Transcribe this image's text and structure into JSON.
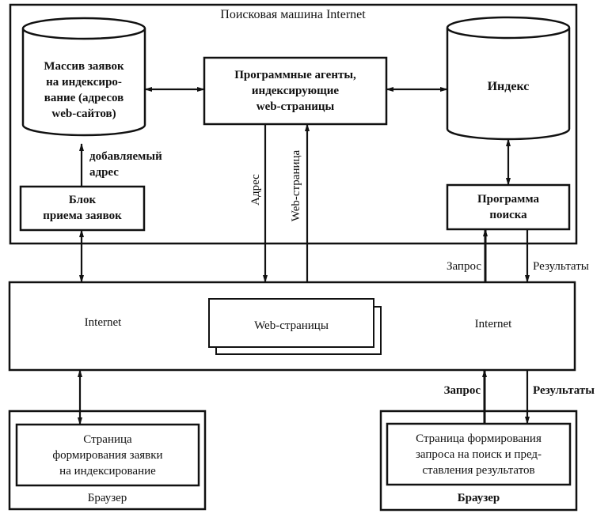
{
  "diagram": {
    "engine": {
      "title": "Поисковая машина Internet",
      "request_db": [
        "Массив заявок",
        "на индексиро-",
        "вание (адресов",
        "web-сайтов)"
      ],
      "agents": [
        "Программные агенты,",
        "индексирующие",
        "web-страницы"
      ],
      "index": "Индекс",
      "request_block": [
        "Блок",
        "приема заявок"
      ],
      "search_program": [
        "Программа",
        "поиска"
      ],
      "added_address": [
        "добавляемый",
        "адрес"
      ]
    },
    "flows": {
      "address": "Адрес",
      "web_page": "Web-страница",
      "query_top": "Запрос",
      "results_top": "Результаты",
      "query_bottom": "Запрос",
      "results_bottom": "Результаты"
    },
    "internet": {
      "left_label": "Internet",
      "right_label": "Internet",
      "pages": "Web-страницы"
    },
    "browser_left": {
      "page": [
        "Страница",
        "формирования заявки",
        "на индексирование"
      ],
      "label": "Браузер"
    },
    "browser_right": {
      "page": [
        "Страница формирования",
        "запроса на поиск и пред-",
        "ставления результатов"
      ],
      "label": "Браузер"
    }
  }
}
